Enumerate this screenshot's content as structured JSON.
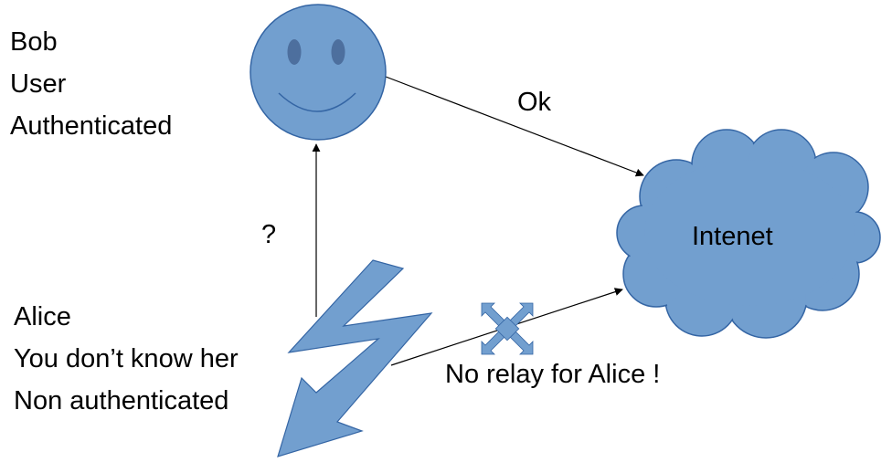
{
  "bob": {
    "lines": [
      "Bob",
      "User",
      "Authenticated"
    ]
  },
  "alice": {
    "lines": [
      "Alice",
      "You don’t know her",
      "Non authenticated"
    ]
  },
  "labels": {
    "ok": "Ok",
    "question": "?",
    "internet": "Intenet",
    "no_relay": "No relay for Alice !"
  },
  "icons": {
    "bob": "smiley-face-icon",
    "alice": "lightning-bolt-icon",
    "internet": "cloud-icon",
    "blocked": "blocked-cross-icon"
  },
  "colors": {
    "shape_fill": "#729fcf",
    "shape_stroke": "#3465a4",
    "eye_fill": "#4d6f9e",
    "line": "#000000",
    "text": "#000000"
  }
}
